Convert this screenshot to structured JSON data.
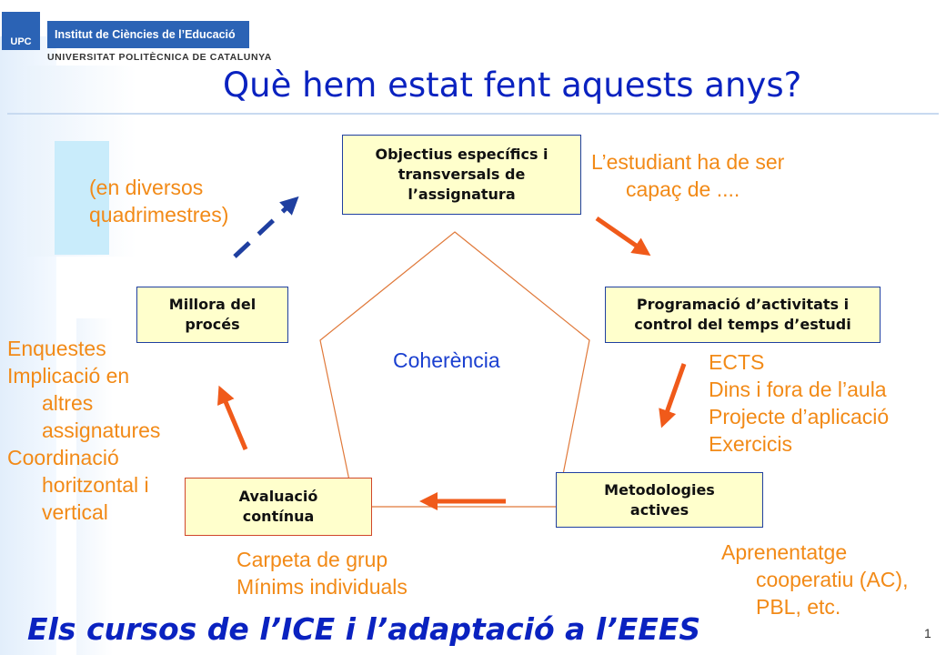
{
  "logo": {
    "emblem_text": "UPC",
    "name": "Institut de Ciències de l’Educació",
    "university": "UNIVERSITAT POLITÈCNICA DE CATALUNYA"
  },
  "title": "Què hem estat fent aquests anys?",
  "nodes": {
    "objectius": [
      "Objectius específics i",
      "transversals de",
      "l’assignatura"
    ],
    "programacio": [
      "Programació d’activitats i",
      "control del temps d’estudi"
    ],
    "metodologies": [
      "Metodologies",
      "actives"
    ],
    "avaluacio": [
      "Avaluació",
      "contínua"
    ],
    "millora": [
      "Millora del",
      "procés"
    ]
  },
  "center_label": "Coherència",
  "annotations": {
    "diversos": [
      "(en diversos",
      "quadrimestres)"
    ],
    "estudiant": [
      "L’estudiant ha de ser",
      "capaç de ...."
    ],
    "ects": [
      "ECTS",
      "Dins i fora de l’aula",
      "Projecte d’aplicació",
      "Exercicis"
    ],
    "aprenentatge": [
      "Aprenentatge",
      "cooperatiu (AC),",
      "PBL, etc."
    ],
    "carpeta": [
      "Carpeta de grup",
      "Mínims individuals"
    ],
    "enquestes": [
      "Enquestes",
      "Implicació en",
      "altres",
      "assignatures",
      "Coordinació",
      "horitzontal i",
      "vertical"
    ]
  },
  "footer": "Els cursos de l’ICE i l’adaptació a l’EEES",
  "page_number": "1",
  "colors": {
    "title_blue": "#0a22c0",
    "annotation_orange": "#f28a17",
    "arrow_orange": "#f05a1a",
    "logo_blue": "#2b63b5",
    "box_fill": "#ffffcc"
  }
}
